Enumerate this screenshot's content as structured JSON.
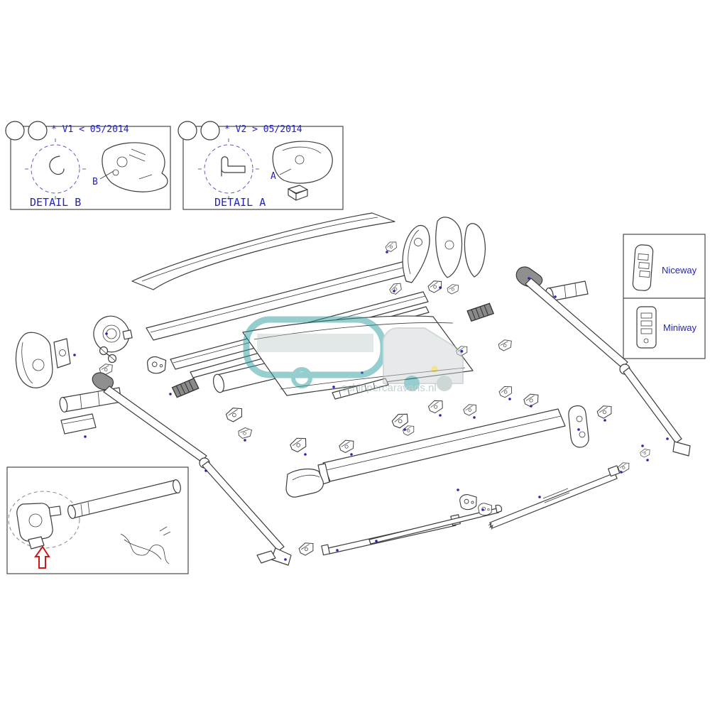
{
  "colors": {
    "line": "#3c3c3c",
    "callout_blue": "#2525b5",
    "arrow_red": "#cc1a1a",
    "watermark_teal": "#2f9ea0",
    "watermark_gray": "#9fb0b2"
  },
  "details": {
    "b": {
      "version": "*  V1 < 05/2014",
      "title": "DETAIL B",
      "part": "B"
    },
    "a": {
      "version": "*  V2 > 05/2014",
      "title": "DETAIL A",
      "part": "A"
    }
  },
  "legend": {
    "items": [
      {
        "label": "Niceway"
      },
      {
        "label": "Miniway"
      }
    ]
  },
  "watermark": {
    "text": "schippercaravans.nl"
  }
}
